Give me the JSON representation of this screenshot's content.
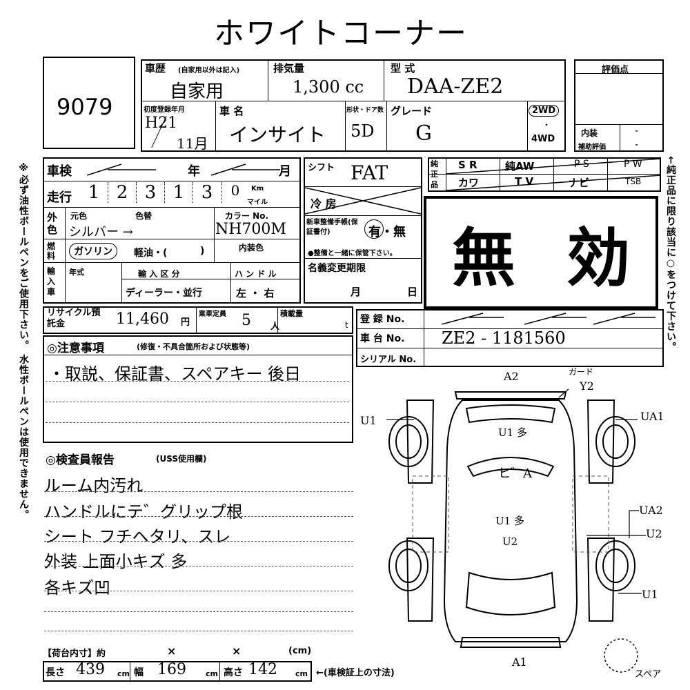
{
  "title": "ホワイトコーナー",
  "lot": {
    "number": "9079"
  },
  "history": {
    "label": "車歴",
    "label_note": "(自家用以外は記入)",
    "value": "自家用"
  },
  "displacement": {
    "label": "排気量",
    "value": "1,300 cc"
  },
  "model": {
    "label": "型 式",
    "value": "DAA-ZE2"
  },
  "rating": {
    "label": "評価点",
    "interior_label": "内装",
    "aux_label": "補助評価",
    "interior_value": "-",
    "aux_value": "-"
  },
  "first_reg": {
    "label": "初度登録年月",
    "era": "H21",
    "month": "11月"
  },
  "car_name": {
    "label": "車 名",
    "value": "インサイト"
  },
  "doors": {
    "label": "形状・ドア数",
    "value": "5D"
  },
  "grade": {
    "label": "グレード",
    "value": "G"
  },
  "drive": {
    "opt1": "2WD",
    "dot": "・",
    "opt2": "4WD"
  },
  "inspection": {
    "label": "車検",
    "year": "年",
    "month": "月"
  },
  "mileage": {
    "label": "走行",
    "digits": [
      "1",
      "2",
      "3",
      "1",
      "3",
      "0"
    ],
    "unit1": "Km",
    "unit2": "マイル"
  },
  "color": {
    "ext_label": "外色",
    "orig_label": "元色",
    "repaint_label": "色替",
    "value": "シルバー →",
    "code_label": "カラー No.",
    "code": "NH700M",
    "interior_label": "内装色"
  },
  "fuel": {
    "label": "燃料",
    "gasoline": "ガソリン",
    "diesel": "軽油・(",
    "close": ")"
  },
  "import": {
    "label": "輸入車",
    "year_label": "年式",
    "kind_label": "輸 入 区 分",
    "kind": "ディーラー・並行",
    "handle_label": "ハ ン ド ル",
    "handle": "左 ・ 右"
  },
  "shift": {
    "label": "シフト",
    "value": "FAT"
  },
  "ac": {
    "label": "冷 房"
  },
  "manual": {
    "label": "新車整備手帳(保証書付)",
    "value": "有・無",
    "note": "●整備と一緒に保管下さい。"
  },
  "name_change": {
    "label": "名義変更期限",
    "month": "月",
    "day": "日"
  },
  "equipment": {
    "side_label": "純正品",
    "items": [
      "S R",
      "純AW",
      "P S",
      "P W",
      "カワ",
      "T V",
      "ナビ",
      "TSB"
    ]
  },
  "invalid": {
    "char1": "無",
    "char2": "効"
  },
  "recycle": {
    "label": "リサイクル預託金",
    "value": "11,460",
    "unit": "円"
  },
  "capacity": {
    "label": "乗車定員",
    "value": "5",
    "unit": "人"
  },
  "load": {
    "label": "積載量",
    "unit": "t"
  },
  "registration": {
    "reg_label": "登 録 No.",
    "chassis_label": "車 台 No.",
    "chassis": "ZE2 - 1181560",
    "serial_label": "シリアル No."
  },
  "notes": {
    "label": "◎注意事項",
    "label_note": "(修復・不具合箇所および状態等)",
    "line1": "・取説、保証書、スペアキー 後日"
  },
  "inspector": {
    "label": "◎検査員報告",
    "label_note": "(USS使用欄)",
    "lines": [
      "ルーム内汚れ",
      "ハンドルにテ゛グリップ根",
      "シート フチヘタリ、スレ",
      "外装 上面小キズ 多",
      "各キズ凹"
    ]
  },
  "diagram": {
    "marks": [
      "A2",
      "ガード",
      "Y2",
      "U1",
      "UA1",
      "U1 多",
      "ヒ゛A",
      "U1 多",
      "U2",
      "UA2",
      "U2",
      "U1",
      "A1"
    ],
    "spare": "スペア"
  },
  "cargo": {
    "label": "【荷台内寸】約",
    "x1": "×",
    "x2": "×",
    "unit": "(cm)"
  },
  "dims": {
    "len_label": "長さ",
    "len": "439",
    "wid_label": "幅",
    "wid": "169",
    "hei_label": "高さ",
    "hei": "142",
    "cm": "cm",
    "note": "←(車検証上の寸法)"
  },
  "side_left": "※必ず油性ボールペンをご使用下さい。 水性ボールペンは使用できません。",
  "side_right": "←純正品に限り該当に○をつけて下さい。"
}
